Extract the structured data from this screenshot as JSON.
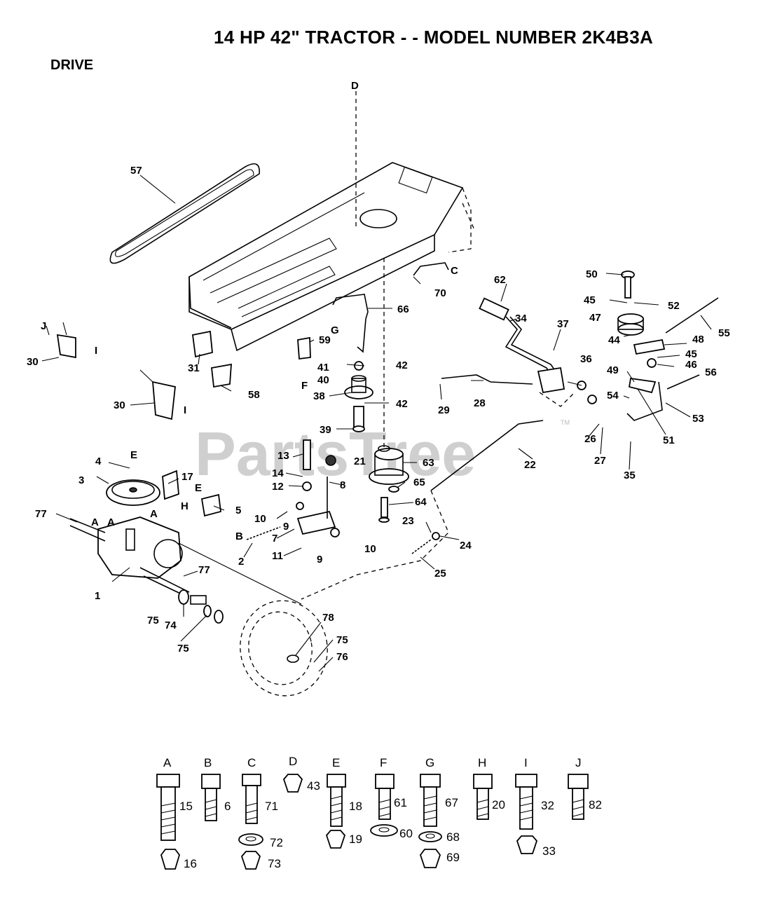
{
  "title": "14 HP 42\" TRACTOR - - MODEL NUMBER 2K4B3A",
  "section": "DRIVE",
  "watermark": "PartsTree",
  "trademark": "TM",
  "colors": {
    "ink": "#000000",
    "watermark": "#cfcfcf",
    "background": "#ffffff"
  },
  "callouts": {
    "c1": "1",
    "c2": "2",
    "c3": "3",
    "c4": "4",
    "c5": "5",
    "c7": "7",
    "c8": "8",
    "c9a": "9",
    "c9b": "9",
    "c10a": "10",
    "c10b": "10",
    "c11": "11",
    "c12": "12",
    "c13": "13",
    "c14": "14",
    "c17": "17",
    "c21": "21",
    "c22": "22",
    "c23": "23",
    "c24": "24",
    "c25": "25",
    "c26": "26",
    "c27": "27",
    "c28": "28",
    "c29": "29",
    "c30a": "30",
    "c30b": "30",
    "c31": "31",
    "c34": "34",
    "c35": "35",
    "c36": "36",
    "c37": "37",
    "c38": "38",
    "c39": "39",
    "c40": "40",
    "c41": "41",
    "c42a": "42",
    "c42b": "42",
    "c44": "44",
    "c45a": "45",
    "c45b": "45",
    "c46": "46",
    "c47": "47",
    "c48": "48",
    "c49": "49",
    "c50": "50",
    "c51": "51",
    "c52": "52",
    "c53": "53",
    "c54": "54",
    "c55": "55",
    "c56": "56",
    "c57": "57",
    "c58": "58",
    "c59": "59",
    "c62": "62",
    "c63": "63",
    "c64": "64",
    "c65": "65",
    "c66": "66",
    "c70": "70",
    "c74": "74",
    "c75a": "75",
    "c75b": "75",
    "c75c": "75",
    "c76": "76",
    "c77a": "77",
    "c77b": "77",
    "c78": "78"
  },
  "refs": {
    "A1": "A",
    "A2": "A",
    "A3": "A",
    "B1": "B",
    "C1": "C",
    "D1": "D",
    "E1": "E",
    "E2": "E",
    "F1": "F",
    "G1": "G",
    "H1": "H",
    "I1": "I",
    "I2": "I",
    "J1": "J"
  },
  "hardware": [
    {
      "letter": "A",
      "part": "15",
      "lower": "16"
    },
    {
      "letter": "B",
      "part": "6"
    },
    {
      "letter": "C",
      "part": "71",
      "mid": "72",
      "lower": "73"
    },
    {
      "letter": "D",
      "part": "43"
    },
    {
      "letter": "E",
      "part": "18",
      "lower": "19"
    },
    {
      "letter": "F",
      "part": "61",
      "lower": "60"
    },
    {
      "letter": "G",
      "part": "67",
      "mid": "68",
      "lower": "69"
    },
    {
      "letter": "H",
      "part": "20"
    },
    {
      "letter": "I",
      "part": "32",
      "lower": "33"
    },
    {
      "letter": "J",
      "part": "82"
    }
  ]
}
